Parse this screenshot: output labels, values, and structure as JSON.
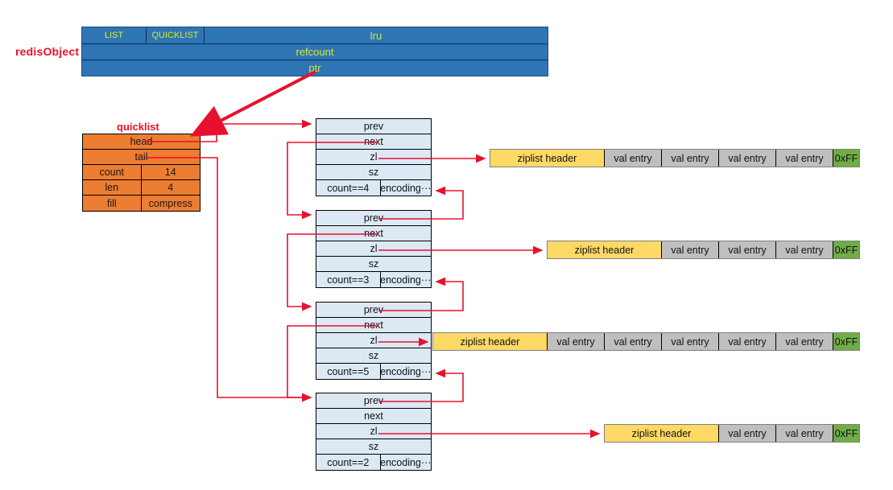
{
  "redis_object": {
    "label": "redisObject",
    "type_cell": "LIST",
    "encoding_cell": "QUICKLIST",
    "lru_cell": "lru",
    "refcount_cell": "refcount",
    "ptr_cell": "ptr",
    "fill_color": "#2E75B6",
    "text_color": "#D7E92B",
    "label_color": "#E8112D"
  },
  "quicklist": {
    "label": "quicklist",
    "fill_color": "#ED7D31",
    "rows": [
      {
        "kind": "full",
        "text": "head"
      },
      {
        "kind": "full",
        "text": "tail"
      },
      {
        "kind": "pair",
        "key": "count",
        "value": "14"
      },
      {
        "kind": "pair",
        "key": "len",
        "value": "4"
      },
      {
        "kind": "pair",
        "key": "fill",
        "value": "compress"
      }
    ]
  },
  "nodes": [
    {
      "prev": "prev",
      "next": "next",
      "zl": "zl",
      "sz": "sz",
      "count": "count==4",
      "encoding": "encoding···"
    },
    {
      "prev": "prev",
      "next": "next",
      "zl": "zl",
      "sz": "sz",
      "count": "count==3",
      "encoding": "encoding···"
    },
    {
      "prev": "prev",
      "next": "next",
      "zl": "zl",
      "sz": "sz",
      "count": "count==5",
      "encoding": "encoding···"
    },
    {
      "prev": "prev",
      "next": "next",
      "zl": "zl",
      "sz": "sz",
      "count": "count==2",
      "encoding": "encoding···"
    }
  ],
  "ziplists": [
    {
      "header": "ziplist header",
      "entry_label": "val entry",
      "entries": 4,
      "end": "0xFF"
    },
    {
      "header": "ziplist header",
      "entry_label": "val entry",
      "entries": 3,
      "end": "0xFF"
    },
    {
      "header": "ziplist header",
      "entry_label": "val entry",
      "entries": 5,
      "end": "0xFF"
    },
    {
      "header": "ziplist header",
      "entry_label": "val entry",
      "entries": 2,
      "end": "0xFF"
    }
  ],
  "colors": {
    "arrow": "#E8112D",
    "ziplist_header": "#FFD966",
    "ziplist_entry": "#BFBFBF",
    "ziplist_end": "#70AD47",
    "node_fill": "#DCE9F5"
  }
}
